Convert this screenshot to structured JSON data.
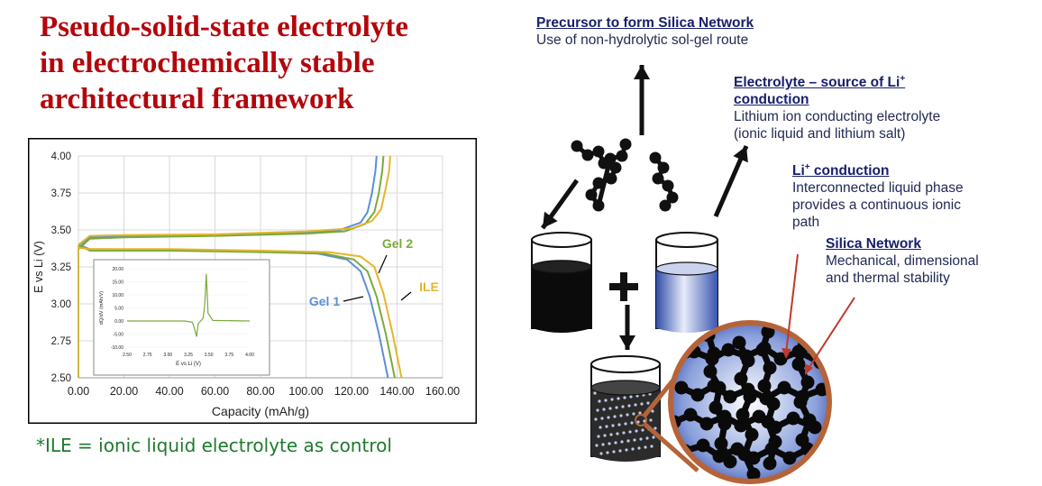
{
  "title_lines": [
    "Pseudo-solid-state electrolyte",
    "in electrochemically stable",
    "architectural framework"
  ],
  "footnote": "*ILE = ionic liquid electrolyte as control",
  "chart_data": {
    "type": "line",
    "xlabel": "Capacity (mAh/g)",
    "ylabel": "E vs Li (V)",
    "xlim": [
      0,
      160
    ],
    "ylim": [
      2.5,
      4.0
    ],
    "xticks": [
      "0.00",
      "20.00",
      "40.00",
      "60.00",
      "80.00",
      "100.00",
      "120.00",
      "140.00",
      "160.00"
    ],
    "yticks": [
      "2.50",
      "2.75",
      "3.00",
      "3.25",
      "3.50",
      "3.75",
      "4.00"
    ],
    "grid": true,
    "series": [
      {
        "name": "Gel 1",
        "color": "#5b8fd6",
        "charge": [
          [
            0,
            3.38
          ],
          [
            5,
            3.45
          ],
          [
            20,
            3.455
          ],
          [
            60,
            3.465
          ],
          [
            100,
            3.48
          ],
          [
            115,
            3.5
          ],
          [
            124,
            3.55
          ],
          [
            127,
            3.62
          ],
          [
            129,
            3.75
          ],
          [
            130.5,
            3.9
          ],
          [
            131,
            4.0
          ]
        ],
        "discharge": [
          [
            0,
            3.4
          ],
          [
            5,
            3.37
          ],
          [
            40,
            3.365
          ],
          [
            80,
            3.355
          ],
          [
            105,
            3.34
          ],
          [
            118,
            3.3
          ],
          [
            124,
            3.22
          ],
          [
            128,
            3.05
          ],
          [
            132,
            2.8
          ],
          [
            136,
            2.5
          ]
        ]
      },
      {
        "name": "Gel 2",
        "color": "#7aaa3c",
        "charge": [
          [
            0,
            3.37
          ],
          [
            5,
            3.44
          ],
          [
            20,
            3.45
          ],
          [
            60,
            3.46
          ],
          [
            100,
            3.475
          ],
          [
            117,
            3.49
          ],
          [
            126,
            3.54
          ],
          [
            130,
            3.62
          ],
          [
            132,
            3.75
          ],
          [
            133.5,
            3.9
          ],
          [
            134,
            4.0
          ]
        ],
        "discharge": [
          [
            0,
            3.4
          ],
          [
            5,
            3.36
          ],
          [
            40,
            3.36
          ],
          [
            80,
            3.35
          ],
          [
            108,
            3.34
          ],
          [
            121,
            3.3
          ],
          [
            127,
            3.22
          ],
          [
            131,
            3.05
          ],
          [
            135,
            2.8
          ],
          [
            139,
            2.5
          ]
        ]
      },
      {
        "name": "ILE",
        "color": "#e5b52a",
        "charge": [
          [
            0,
            3.4
          ],
          [
            5,
            3.46
          ],
          [
            20,
            3.465
          ],
          [
            60,
            3.47
          ],
          [
            100,
            3.49
          ],
          [
            120,
            3.51
          ],
          [
            129,
            3.56
          ],
          [
            133,
            3.64
          ],
          [
            135,
            3.78
          ],
          [
            136.5,
            3.9
          ],
          [
            137,
            4.0
          ]
        ],
        "discharge": [
          [
            0,
            3.38
          ],
          [
            5,
            3.37
          ],
          [
            40,
            3.37
          ],
          [
            80,
            3.36
          ],
          [
            110,
            3.35
          ],
          [
            124,
            3.32
          ],
          [
            130,
            3.25
          ],
          [
            134,
            3.07
          ],
          [
            138,
            2.8
          ],
          [
            142,
            2.5
          ]
        ]
      }
    ],
    "annotations": [
      "Gel 1",
      "Gel 2",
      "ILE"
    ],
    "inset": {
      "type": "line",
      "xlabel": "E vs Li (V)",
      "ylabel": "dQ/dV (mAh/V)",
      "xlim": [
        2.5,
        4.0
      ],
      "ylim": [
        -10,
        20
      ],
      "xticks": [
        "2.50",
        "2.75",
        "3.00",
        "3.25",
        "3.50",
        "3.75",
        "4.00"
      ],
      "yticks": [
        "-10.00",
        "-5.00",
        "0.00",
        "5.00",
        "10.00",
        "15.00",
        "20.00"
      ],
      "color": "#7aaa3c",
      "x": [
        2.5,
        3.2,
        3.3,
        3.33,
        3.35,
        3.37,
        3.4,
        3.43,
        3.45,
        3.47,
        3.49,
        3.55,
        4.0
      ],
      "y": [
        0,
        0,
        -0.5,
        -3.5,
        -6,
        -1,
        0,
        1,
        6,
        18,
        3,
        0.2,
        0
      ]
    }
  },
  "diagram": {
    "precursor": {
      "heading": "Precursor to form Silica Network",
      "text": "Use of non-hydrolytic sol-gel route"
    },
    "electrolyte": {
      "heading_main": "Electrolyte – source of Li",
      "heading_sup": "+",
      "heading_line2": "conduction",
      "line1": "Lithium ion conducting electrolyte",
      "line2": "(ionic liquid and lithium salt)"
    },
    "li_conduction": {
      "heading_main": "Li",
      "heading_sup": "+",
      "heading_rest": " conduction",
      "line1": "Interconnected liquid phase",
      "line2": "provides a continuous ionic",
      "line3": "path"
    },
    "silica": {
      "heading": "Silica Network",
      "line1": "Mechanical, dimensional",
      "line2": "and thermal stability"
    },
    "colors": {
      "heading": "#17206b",
      "body": "#222a55",
      "pointer": "#c0392b",
      "circle_border": "#b5643a",
      "liquid": "#3f57b8"
    }
  }
}
